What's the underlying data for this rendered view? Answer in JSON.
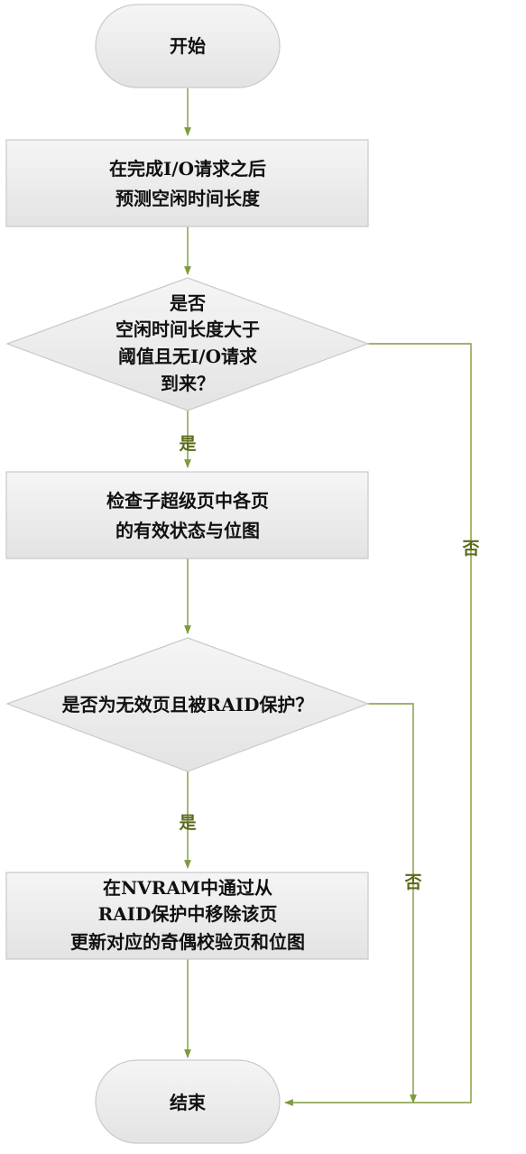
{
  "nodes": {
    "start": {
      "lines": [
        "开始"
      ]
    },
    "predict": {
      "lines": [
        "在完成I/O请求之后",
        "预测空闲时间长度"
      ]
    },
    "decision_idle": {
      "lines": [
        "是否",
        "空闲时间长度大于",
        "阈值且无I/O请求",
        "到来？"
      ]
    },
    "check_pages": {
      "lines": [
        "检查子超级页中各页",
        "的有效状态与位图"
      ]
    },
    "decision_invalid": {
      "lines": [
        "是否为无效页且被RAID保护？"
      ]
    },
    "update_parity": {
      "lines": [
        "在NVRAM中通过从",
        "RAID保护中移除该页",
        "更新对应的奇偶校验页和位图"
      ]
    },
    "end": {
      "lines": [
        "结束"
      ]
    }
  },
  "edge_labels": {
    "idle_yes": "是",
    "idle_no": "否",
    "invalid_yes": "是",
    "invalid_no": "否"
  },
  "colors": {
    "edge": "#7f9a3a",
    "edge_label": "#5a6b1a",
    "node_fill_top": "#f4f4f4",
    "node_fill_bottom": "#e4e4e4",
    "node_border": "#c9c9c9"
  }
}
